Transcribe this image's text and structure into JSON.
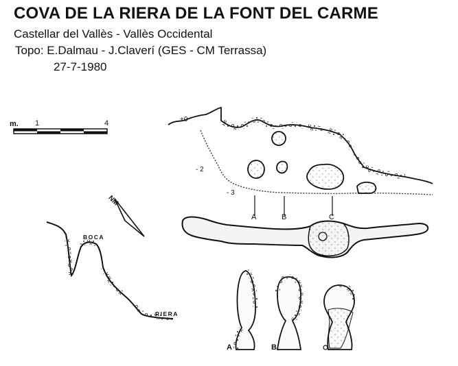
{
  "header": {
    "title": "COVA DE LA RIERA DE LA FONT DEL CARME",
    "location": "Castellar del Vallès - Vallès Occidental",
    "topo": "Topo: E.Dalmau - J.Claverí  (GES - CM Terrassa)",
    "date": "27-7-1980"
  },
  "scale_bar": {
    "unit": "m.",
    "tick_1": "1",
    "tick_4": "4"
  },
  "north_arrow": {
    "label": "NM"
  },
  "elevation": {
    "labels": [
      "+0",
      "- 2",
      "- 3"
    ]
  },
  "profile": {
    "boca_label": "BOCA",
    "riera_label": "RIERA"
  },
  "sections": {
    "labels": [
      "A",
      "B",
      "C"
    ]
  }
}
